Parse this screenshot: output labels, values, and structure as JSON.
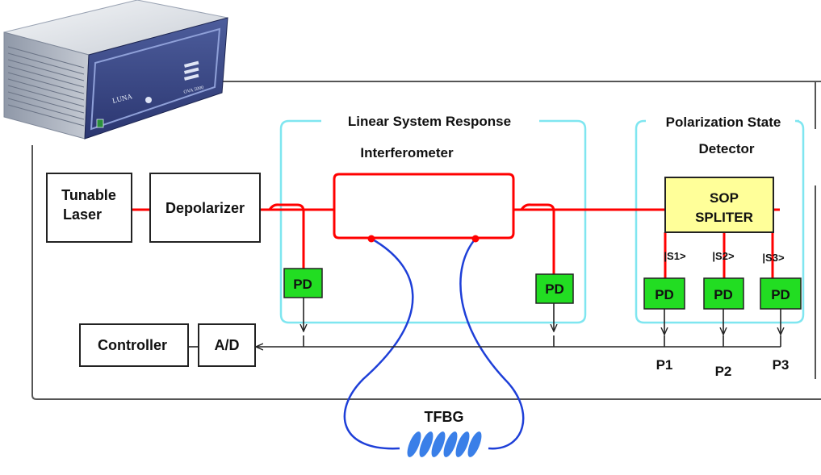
{
  "device": {
    "brand": "LUNA",
    "model_tag": "OVA 5000"
  },
  "sections": {
    "linear_system": "Linear System Response",
    "polarization_line1": "Polarization State",
    "polarization_line2": "Detector"
  },
  "blocks": {
    "tunable_laser_line1": "Tunable",
    "tunable_laser_line2": "Laser",
    "depolarizer": "Depolarizer",
    "interferometer": "Interferometer",
    "sop_line1": "SOP",
    "sop_line2": "SPLITER",
    "controller": "Controller",
    "ad": "A/D",
    "tfbg": "TFBG"
  },
  "detectors": {
    "pd": "PD"
  },
  "signals": {
    "s1": "|S1>",
    "s2": "|S2>",
    "s3": "|S3>"
  },
  "outputs": {
    "p1": "P1",
    "p2": "P2",
    "p3": "P3"
  },
  "colors": {
    "fiber_red": "#ff0000",
    "fiber_blue": "#1e3fd8",
    "pd_green": "#22dd22",
    "sop_yellow": "#ffff99",
    "section_cyan": "#7fe6f0",
    "grating_blue": "#3a7fe8"
  }
}
